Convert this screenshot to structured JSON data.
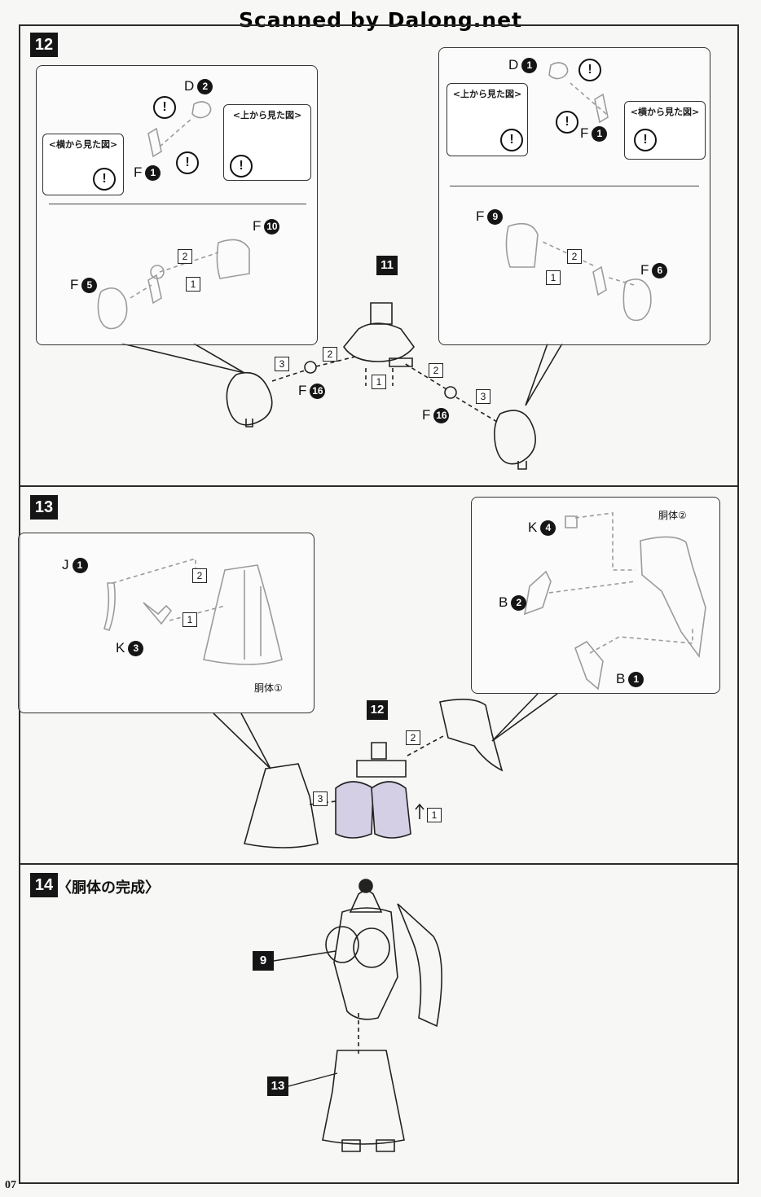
{
  "watermark": "Scanned by Dalong.net",
  "page_number": "07",
  "step12": {
    "number": "12",
    "left_callout": {
      "side_view_caption": "<横から見た図>",
      "top_view_caption": "<上から見た図>",
      "parts": {
        "d2": {
          "letter": "D",
          "num": "2"
        },
        "f1": {
          "letter": "F",
          "num": "1"
        },
        "f10": {
          "letter": "F",
          "num": "10"
        },
        "f5": {
          "letter": "F",
          "num": "5"
        }
      },
      "orders": [
        "2",
        "1"
      ]
    },
    "right_callout": {
      "top_view_caption": "<上から見た図>",
      "side_view_caption": "<横から見た図>",
      "parts": {
        "d1": {
          "letter": "D",
          "num": "1"
        },
        "f1": {
          "letter": "F",
          "num": "1"
        },
        "f9": {
          "letter": "F",
          "num": "9"
        },
        "f6": {
          "letter": "F",
          "num": "6"
        }
      },
      "orders": [
        "2",
        "1"
      ]
    },
    "center_ref": "11",
    "center_parts": {
      "f16a": {
        "letter": "F",
        "num": "16"
      },
      "f16b": {
        "letter": "F",
        "num": "16"
      }
    },
    "center_orders": [
      "3",
      "2",
      "1",
      "2",
      "3"
    ]
  },
  "step13": {
    "number": "13",
    "left_callout": {
      "parts": {
        "j1": {
          "letter": "J",
          "num": "1"
        },
        "k3": {
          "letter": "K",
          "num": "3"
        }
      },
      "label": "胴体①",
      "orders": [
        "2",
        "1"
      ]
    },
    "right_callout": {
      "parts": {
        "k4": {
          "letter": "K",
          "num": "4"
        },
        "b2": {
          "letter": "B",
          "num": "2"
        },
        "b1": {
          "letter": "B",
          "num": "1"
        }
      },
      "label": "胴体②"
    },
    "center_ref": "12",
    "center_orders": [
      "2",
      "3",
      "1"
    ]
  },
  "step14": {
    "number": "14",
    "title": "〈胴体の完成〉",
    "refs": [
      "9",
      "13"
    ]
  }
}
